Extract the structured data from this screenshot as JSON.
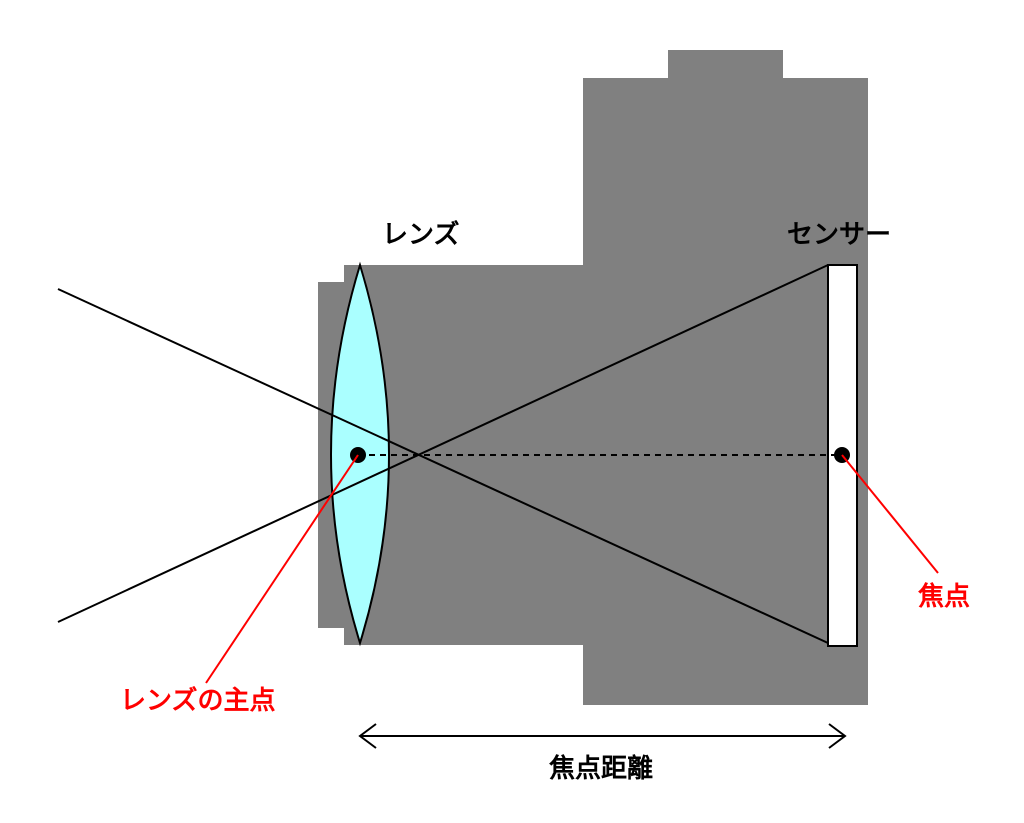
{
  "labels": {
    "lens": "レンズ",
    "sensor": "センサー",
    "lens_principal_point": "レンズの主点",
    "focal_point": "焦点",
    "focal_length": "焦点距離"
  },
  "colors": {
    "camera_body": "#808080",
    "lens_fill": "#aaffff",
    "sensor_fill": "#ffffff",
    "annotation": "#ff0000",
    "line": "#000000"
  }
}
